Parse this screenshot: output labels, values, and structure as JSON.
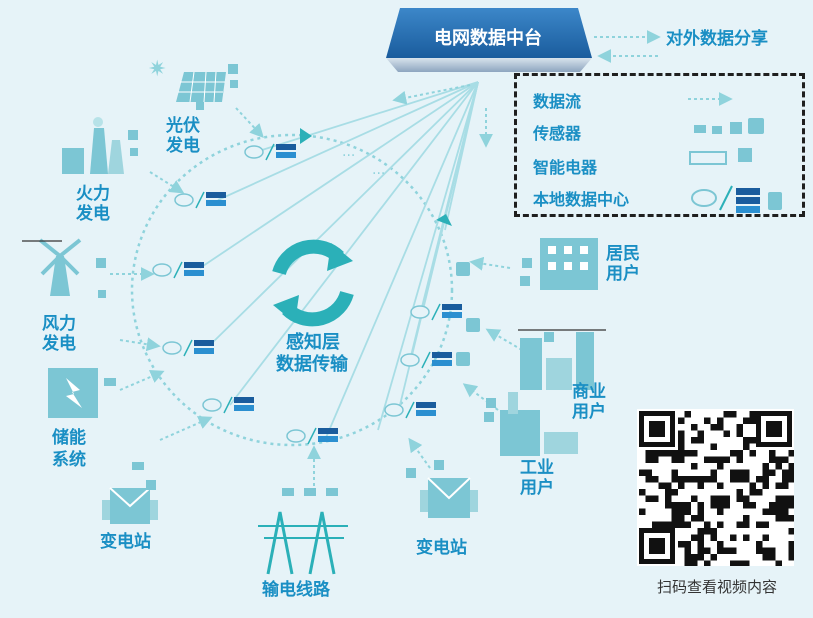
{
  "hub": {
    "label": "电网数据中台"
  },
  "external_share": {
    "label": "对外数据分享"
  },
  "center": {
    "label_line1": "感知层",
    "label_line2": "数据传输"
  },
  "legend": {
    "items": [
      {
        "label": "数据流",
        "icon": "dotted-arrow-icon"
      },
      {
        "label": "传感器",
        "icon": "sensor-icon"
      },
      {
        "label": "智能电器",
        "icon": "smart-meter-icon"
      },
      {
        "label": "本地数据中心",
        "icon": "local-datacenter-icon"
      }
    ]
  },
  "nodes": {
    "pv": {
      "line1": "光伏",
      "line2": "发电",
      "icon": "solar-panel-icon"
    },
    "thermal": {
      "line1": "火力",
      "line2": "发电",
      "icon": "thermal-plant-icon"
    },
    "wind": {
      "line1": "风力",
      "line2": "发电",
      "icon": "windmill-icon"
    },
    "storage": {
      "line1": "储能",
      "line2": "系统",
      "icon": "battery-storage-icon"
    },
    "substation_left": {
      "label": "变电站",
      "icon": "substation-icon"
    },
    "transmission": {
      "label": "输电线路",
      "icon": "power-tower-icon"
    },
    "substation_right": {
      "label": "变电站",
      "icon": "substation-icon"
    },
    "industrial": {
      "line1": "工业",
      "line2": "用户",
      "icon": "factory-icon"
    },
    "commercial": {
      "line1": "商业",
      "line2": "用户",
      "icon": "commercial-building-icon"
    },
    "residential": {
      "line1": "居民",
      "line2": "用户",
      "icon": "residential-building-icon"
    }
  },
  "qr": {
    "caption": "扫码查看视频内容"
  },
  "colors": {
    "primary": "#1a8fc4",
    "teal": "#2bb0b8",
    "light": "#8fd3dc",
    "dark_blue": "#1b3a6b"
  }
}
